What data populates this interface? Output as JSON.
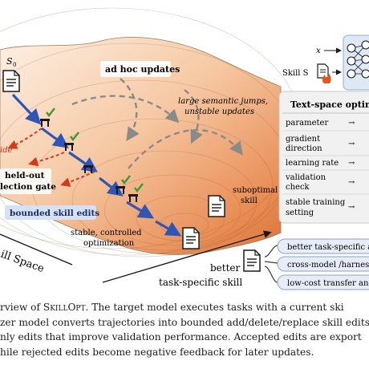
{
  "diagram": {
    "start_label": "S",
    "start_subscript": "0",
    "callouts": {
      "ad_hoc": "ad hoc updates",
      "jumps_line1": "large semantic jumps,",
      "jumps_line2": "unstable updates",
      "suboptimal_line1": "suboptimal",
      "suboptimal_line2": "skill",
      "heldout_line1": "held-out",
      "heldout_line2": "lection gate",
      "side_fragment": "ide",
      "bounded": "bounded skill edits",
      "stable_line1": "stable, controlled",
      "stable_line2": "optimization",
      "better_line1": "better",
      "better_line2": "task-specific skill",
      "space_label": "ill Space"
    },
    "model_box": {
      "x_label": "x",
      "skill_label": "Skill S"
    },
    "optimizer_table": {
      "title": "Text-space optimiz",
      "rows": [
        {
          "line1": "parameter",
          "line2": "",
          "arrow": "→"
        },
        {
          "line1": "gradient",
          "line2": "direction",
          "arrow": "→"
        },
        {
          "line1": "learning rate",
          "line2": "",
          "arrow": "→"
        },
        {
          "line1": "validation",
          "line2": "check",
          "arrow": "→"
        },
        {
          "line1": "stable training",
          "line2": "setting",
          "arrow": "→"
        }
      ]
    },
    "benefits": [
      "better task-specific a",
      "cross-model /harness",
      "low-cost transfer and"
    ]
  },
  "caption": {
    "line1_prefix": "rview of ",
    "line1_name": "SkillOpt",
    "line1_rest": ". The target model executes tasks with a current ski",
    "line2": "zer model converts trajectories into bounded add/delete/replace skill edits",
    "line3": "nly edits that improve validation performance. Accepted edits are export",
    "line4": "hile rejected edits become negative feedback for later updates."
  },
  "colors": {
    "surface_light": "#fbe7d6",
    "surface_dark": "#e58a52",
    "edit_arrow": "#2e56b8",
    "gate_check": "#3a9a35",
    "rejected_arrow": "#d33a1c",
    "panel_bg": "#f1f1f1",
    "chip_bg": "#e7edf7"
  }
}
